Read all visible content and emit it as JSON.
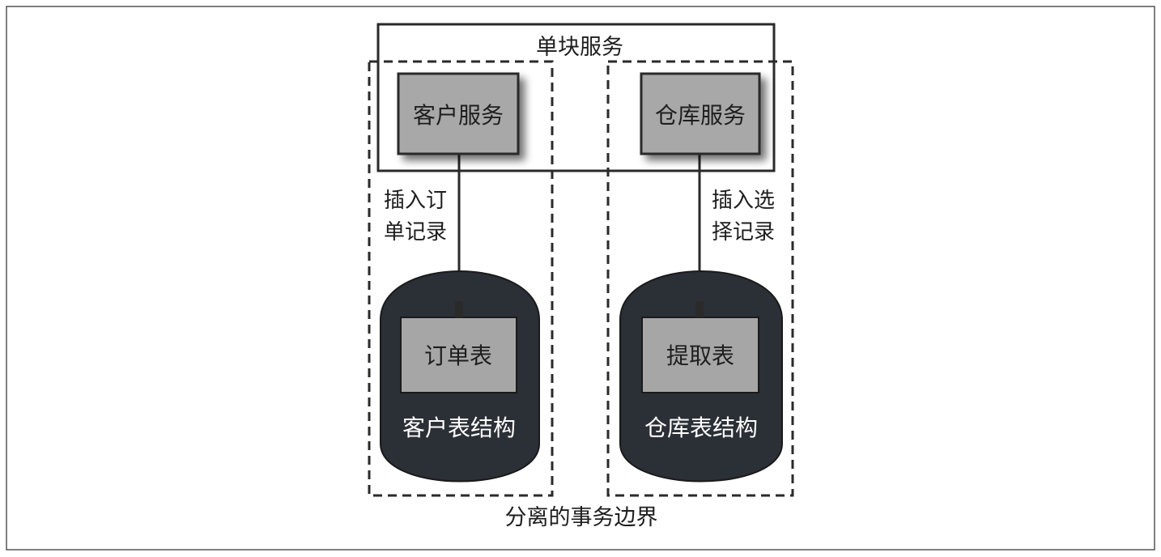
{
  "monolith": {
    "title": "单块服务"
  },
  "services": {
    "customer": "客户服务",
    "warehouse": "仓库服务"
  },
  "connectors": {
    "left_label_line1": "插入订",
    "left_label_line2": "单记录",
    "right_label_line1": "插入选",
    "right_label_line2": "择记录"
  },
  "databases": {
    "left": {
      "table": "订单表",
      "schema": "客户表结构"
    },
    "right": {
      "table": "提取表",
      "schema": "仓库表结构"
    }
  },
  "caption": "分离的事务边界",
  "colors": {
    "service_fill": "#a8a8a8",
    "db_fill": "#2b2f36",
    "table_fill": "#a6a6a6",
    "line": "#2a2a2a"
  }
}
